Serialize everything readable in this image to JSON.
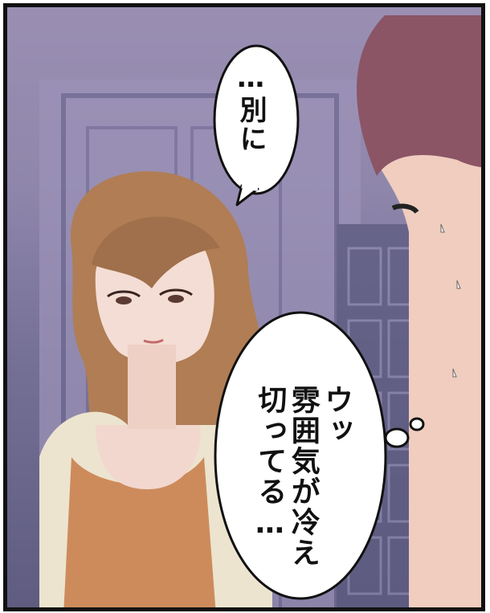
{
  "speech_bubble_1": {
    "text": "…別に"
  },
  "thought_bubble_1": {
    "lines": [
      "ウッ",
      "雰囲気が冷え",
      "切ってる…"
    ]
  }
}
